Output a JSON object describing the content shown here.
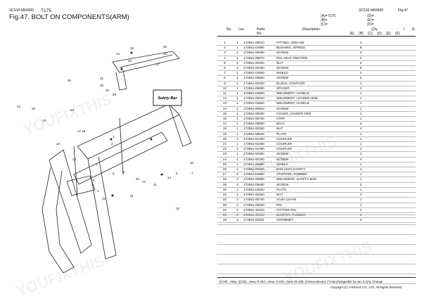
{
  "header": {
    "doc_code_left": "3CS10-M56900",
    "model": "T175",
    "doc_code_right": "3CS10-M56900",
    "fig_right": "Fig.47",
    "title": "Fig.47.  BOLT ON COMPONENTS(ARM)",
    "variants_a": "(A)=T175",
    "variants_b": "(B)=",
    "variants_c": "(C)=",
    "variants_d": "(D)=",
    "variants_e": "(E)=",
    "variants_f": "(F)="
  },
  "columns": {
    "no": "No.",
    "lev": "Lev.",
    "parts_no": "Parts No.",
    "description": "Description",
    "qty": "Q'ty",
    "i": "I",
    "r": "R",
    "qa": "(A)",
    "qb": "(B)",
    "qc": "(C)",
    "qd": "(D)",
    "qe": "(E)",
    "qf": "(F)"
  },
  "rows": [
    {
      "no": "1",
      "lev": "1",
      "part": "172551-09410",
      "desc": "FITTING, GREASE",
      "qty": "4"
    },
    {
      "no": "2",
      "lev": "1",
      "part": "172551-04880",
      "desc": "BUSHING, SPRING",
      "qty": "8"
    },
    {
      "no": "3",
      "lev": "1",
      "part": "172551-09490",
      "desc": "SCREW",
      "qty": "2"
    },
    {
      "no": "4",
      "lev": "1",
      "part": "172551-05070",
      "desc": "PIN, HEAT TREATED",
      "qty": "2"
    },
    {
      "no": "5",
      "lev": "1",
      "part": "172551-00200",
      "desc": "NUT",
      "qty": "2"
    },
    {
      "no": "6",
      "lev": "1",
      "part": "172551-00160",
      "desc": "SCREW",
      "qty": "8"
    },
    {
      "no": "7",
      "lev": "1",
      "part": "172551-04930",
      "desc": "SHIELD",
      "qty": "1"
    },
    {
      "no": "8",
      "lev": "1",
      "part": "172551-09650",
      "desc": "SCREW",
      "qty": "2"
    },
    {
      "no": "9",
      "lev": "1",
      "part": "172551-02030",
      "desc": "BLOCK, COUPLER",
      "qty": "1"
    },
    {
      "no": "10",
      "lev": "1",
      "part": "172551-05890",
      "desc": "SPACER",
      "qty": "1"
    },
    {
      "no": "11",
      "lev": "1",
      "part": "172551-04550",
      "desc": "WELDMENT, HANDLE",
      "qty": "1"
    },
    {
      "no": "12",
      "lev": "1",
      "part": "172551-05010",
      "desc": "WELDMENT, LOADER ARM",
      "qty": "1"
    },
    {
      "no": "13",
      "lev": "1",
      "part": "172551-04560",
      "desc": "WELDMENT, HANDLE",
      "qty": "1"
    },
    {
      "no": "14",
      "lev": "1",
      "part": "172551-09910",
      "desc": "SCREW",
      "qty": "1"
    },
    {
      "no": "15",
      "lev": "1",
      "part": "172551-05020",
      "desc": "COVER, LOADER ARM",
      "qty": "1"
    },
    {
      "no": "16",
      "lev": "1",
      "part": "172551-06700",
      "desc": "STEP",
      "qty": "1"
    },
    {
      "no": "17",
      "lev": "1",
      "part": "172551-09830",
      "desc": "BOLT",
      "qty": "4"
    },
    {
      "no": "18",
      "lev": "1",
      "part": "172551-00250",
      "desc": "NUT",
      "qty": "4"
    },
    {
      "no": "19",
      "lev": "1",
      "part": "172551-06640",
      "desc": "PLATE",
      "qty": "1"
    },
    {
      "no": "20",
      "lev": "1",
      "part": "172551-01300",
      "desc": "COUPLER",
      "qty": "1"
    },
    {
      "no": "21",
      "lev": "1",
      "part": "172551-01080",
      "desc": "COUPLER",
      "qty": "1"
    },
    {
      "no": "22",
      "lev": "1",
      "part": "172551-01290",
      "desc": "COUPLER",
      "qty": "1"
    },
    {
      "no": "23",
      "lev": "1",
      "part": "172551-00450",
      "desc": "SCREW",
      "qty": "2"
    },
    {
      "no": "24",
      "lev": "1",
      "part": "172551-00160",
      "desc": "SCREW",
      "qty": "4"
    },
    {
      "no": "25",
      "lev": "1",
      "part": "172551-06680",
      "desc": "SHIELD",
      "qty": "1"
    },
    {
      "no": "26",
      "lev": "1",
      "part": "172551-05200",
      "desc": "BAR ASSY,SAFETY",
      "qty": "1"
    },
    {
      "no": "27",
      "lev": "2",
      "part": "172551-04860",
      "desc": "STOPPER, RUBBER",
      "qty": "1"
    },
    {
      "no": "28",
      "lev": "2",
      "part": "172551-05590",
      "desc": "WELDMENT, SAFETY BAR",
      "qty": "1"
    },
    {
      "no": "29",
      "lev": "2",
      "part": "172551-09480",
      "desc": "SCREW",
      "qty": "2"
    },
    {
      "no": "30",
      "lev": "2",
      "part": "172551-04530",
      "desc": "PLATE",
      "qty": "1"
    },
    {
      "no": "31",
      "lev": "2",
      "part": "172551-00260",
      "desc": "NUT",
      "qty": "2"
    },
    {
      "no": "32",
      "lev": "2",
      "part": "172551-05740",
      "desc": "SASH,CHAIN",
      "qty": "1"
    },
    {
      "no": "33",
      "lev": "2",
      "part": "172551-05530",
      "desc": "PIN",
      "qty": "1"
    },
    {
      "no": "34",
      "lev": "2",
      "part": "172551-10410",
      "desc": "COTTER PIN",
      "qty": "1"
    },
    {
      "no": "35",
      "lev": "2",
      "part": "172551-08410",
      "desc": "BUMPER, RUBBER",
      "qty": "1"
    },
    {
      "no": "36",
      "lev": "2",
      "part": "172551-03110",
      "desc": "GROMMET",
      "qty": "2"
    }
  ],
  "diagram": {
    "safety_bar_label": "Safety Bar",
    "callouts": [
      "36",
      "33",
      "35",
      "32",
      "34",
      "27",
      "31",
      "30",
      "28",
      "29",
      "26",
      "24",
      "25",
      "23",
      "19",
      "17,18",
      "16",
      "12",
      "3",
      "1",
      "2",
      "9",
      "6",
      "5",
      "4",
      "22",
      "21",
      "20",
      "13",
      "11",
      "14",
      "10",
      "8",
      "7",
      "15"
    ]
  },
  "footer": {
    "legend": "N:Old→New, Q:Old→New, R:Old→New, S:Old→New, M:Add, Z:Discontinued, F:Interchangeable by set, K:Q'ty Change",
    "copyright": "Copyright (C)  YANMAR CO., LTD. All Rights Reserved."
  },
  "watermark_text": "YOUFIXTHIS"
}
